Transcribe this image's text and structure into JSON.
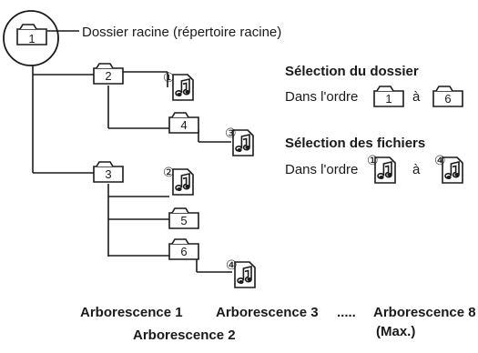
{
  "root": {
    "number": "1",
    "label": "Dossier racine (répertoire racine)"
  },
  "folders": [
    {
      "id": "f2",
      "number": "2"
    },
    {
      "id": "f4",
      "number": "4"
    },
    {
      "id": "f3",
      "number": "3"
    },
    {
      "id": "f5",
      "number": "5"
    },
    {
      "id": "f6",
      "number": "6"
    }
  ],
  "files": [
    {
      "id": "file1",
      "marker": "①"
    },
    {
      "id": "file3",
      "marker": "③"
    },
    {
      "id": "file2",
      "marker": "②"
    },
    {
      "id": "file4",
      "marker": "④"
    }
  ],
  "legend": {
    "folder_title": "Sélection du dossier",
    "folder_order_prefix": "Dans l'ordre",
    "folder_from": "1",
    "to_word": "à",
    "folder_to": "6",
    "file_title": "Sélection des fichiers",
    "file_order_prefix": "Dans l'ordre",
    "file_from_marker": "①",
    "file_to_marker": "④"
  },
  "captions": {
    "tree1": "Arborescence 1",
    "tree3": "Arborescence 3",
    "dots": ".....",
    "tree8": "Arborescence 8",
    "max": "(Max.)",
    "tree2": "Arborescence 2"
  }
}
